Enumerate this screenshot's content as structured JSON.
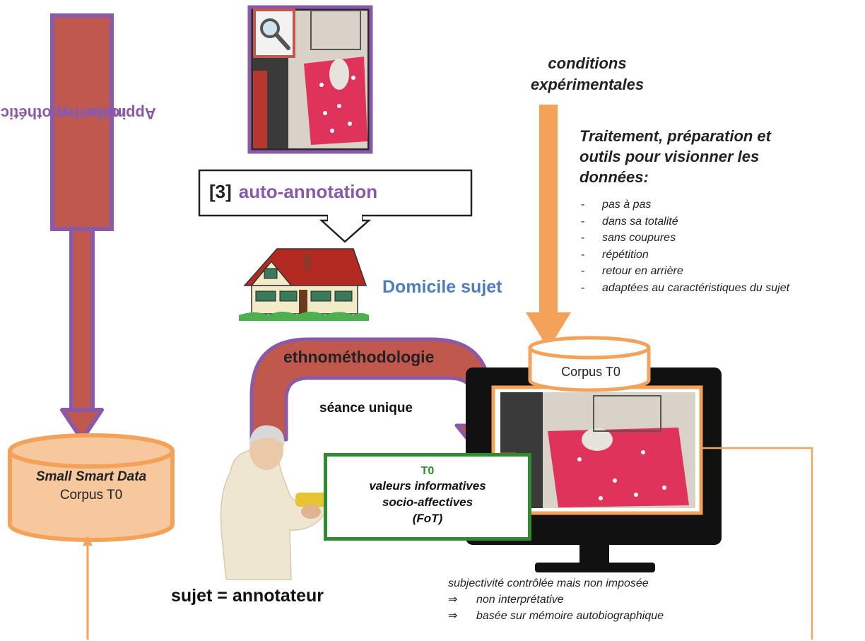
{
  "left_arrow": {
    "label_line1": "Approche hypothético-",
    "label_line2": "inductive"
  },
  "database_left": {
    "line1": "Small Smart Data",
    "line2": "Corpus T0"
  },
  "annotation_box": {
    "number": "[3]",
    "label": "auto-annotation"
  },
  "domicile": "Domicile sujet",
  "conditions": {
    "line1": "conditions",
    "line2": "expérimentales"
  },
  "traitement": {
    "line1": "Traitement, préparation et",
    "line2": "outils pour visionner les",
    "line3": "données:"
  },
  "bullets": [
    "pas à pas",
    "dans sa totalité",
    "sans coupures",
    "répétition",
    "retour en arrière",
    "adaptées au caractéristiques du sujet"
  ],
  "ethno": "ethnométhodologie",
  "seance": "séance unique",
  "corpus_top": "Corpus T0",
  "t0_box": {
    "title": "T0",
    "line1": "valeurs informatives",
    "line2": "socio-affectives",
    "line3": "(FoT)"
  },
  "sujet": "sujet = annotateur",
  "subjectivity": {
    "line1": "subjectivité contrôlée mais non imposée",
    "line2": "non interprétative",
    "line3": "basée sur mémoire autobiographique",
    "arrow_symbol": "⇒"
  },
  "colors": {
    "purple": "#8a5aa8",
    "red_brown": "#c0584e",
    "orange": "#f4a259",
    "green": "#2e8b2e",
    "blue": "#4f7db8"
  }
}
